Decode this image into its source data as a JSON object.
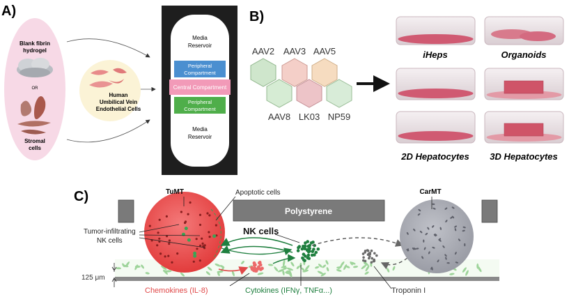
{
  "panel_a": {
    "label": "A)",
    "left": {
      "line1": "Blank fibrin",
      "line2": "hydrogel",
      "or": "OR",
      "stromal1": "Stromal",
      "stromal2": "cells"
    },
    "huvec": {
      "line1": "Human",
      "line2": "Umbilical Vein",
      "line3": "Endothelial Cells"
    },
    "device": {
      "media_top1": "Media",
      "media_top2": "Reservoir",
      "periph_top1": "Peripheral",
      "periph_top2": "Compartment",
      "central": "Central Compartment",
      "periph_bot1": "Peripheral",
      "periph_bot2": "Compartment",
      "media_bot1": "Media",
      "media_bot2": "Reservoir"
    },
    "colors": {
      "peripheral_top": "#4a8fd0",
      "central": "#f29ab8",
      "peripheral_bottom": "#4fae4a",
      "left_bg": "#f7d9e6",
      "huvec_bg": "#fbf3d6"
    }
  },
  "panel_b": {
    "label": "B)",
    "capsids_top": [
      "AAV2",
      "AAV3",
      "AAV5"
    ],
    "capsids_bottom": [
      "AAV8",
      "LK03",
      "NP59"
    ],
    "dishes": [
      "iHeps",
      "Organoids",
      "2D Hepatocytes",
      "3D Hepatocytes"
    ]
  },
  "panel_c": {
    "label": "C)",
    "tumt": "TuMT",
    "apoptotic": "Apoptotic cells",
    "polystyrene": "Polystyrene",
    "carmt": "CarMT",
    "til1": "Tumor-infiltrating",
    "til2": "NK cells",
    "nk": "NK cells",
    "height": "125 μm",
    "chemokines": "Chemokines (IL-8)",
    "cytokines": "Cytokines (IFNγ, TNFα...)",
    "troponin": "Troponin I",
    "colors": {
      "tumor": "#ee4a4a",
      "cardiac": "#a8aab2",
      "nk": "#1f7f3f",
      "chemokine": "#e04848",
      "troponin": "#6a6a6a"
    }
  }
}
